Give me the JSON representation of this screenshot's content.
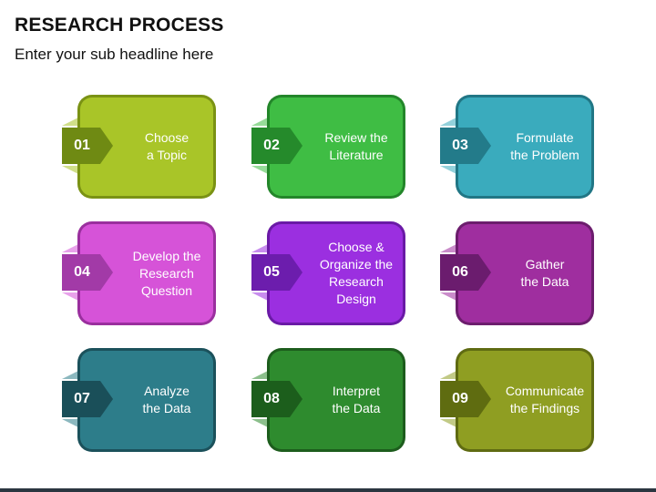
{
  "header": {
    "title": "RESEARCH PROCESS",
    "subtitle": "Enter your sub headline here"
  },
  "steps": [
    {
      "number": "01",
      "label": "Choose\na Topic",
      "color": "#a9c528",
      "dark": "#6f8a13",
      "border": "#7a9214"
    },
    {
      "number": "02",
      "label": "Review the\nLiterature",
      "color": "#3fbd44",
      "dark": "#258a2b",
      "border": "#23862a"
    },
    {
      "number": "03",
      "label": "Formulate\nthe Problem",
      "color": "#3aabbd",
      "dark": "#237b8a",
      "border": "#217685"
    },
    {
      "number": "04",
      "label": "Develop the\nResearch\nQuestion",
      "color": "#d653d8",
      "dark": "#a23aa7",
      "border": "#9a2f9e"
    },
    {
      "number": "05",
      "label": "Choose &\nOrganize the\nResearch\nDesign",
      "color": "#9b2fe0",
      "dark": "#6c1dad",
      "border": "#6a1aa6"
    },
    {
      "number": "06",
      "label": "Gather\nthe Data",
      "color": "#9f2e9f",
      "dark": "#6b1c6e",
      "border": "#6c1d6d"
    },
    {
      "number": "07",
      "label": "Analyze\nthe Data",
      "color": "#2d7d8a",
      "dark": "#1a4f59",
      "border": "#1b515b"
    },
    {
      "number": "08",
      "label": "Interpret\nthe Data",
      "color": "#2e8b2e",
      "dark": "#1c5e1c",
      "border": "#1d5d1d"
    },
    {
      "number": "09",
      "label": "Communicate\nthe Findings",
      "color": "#8f9e22",
      "dark": "#5f6c10",
      "border": "#5f6b12"
    }
  ]
}
